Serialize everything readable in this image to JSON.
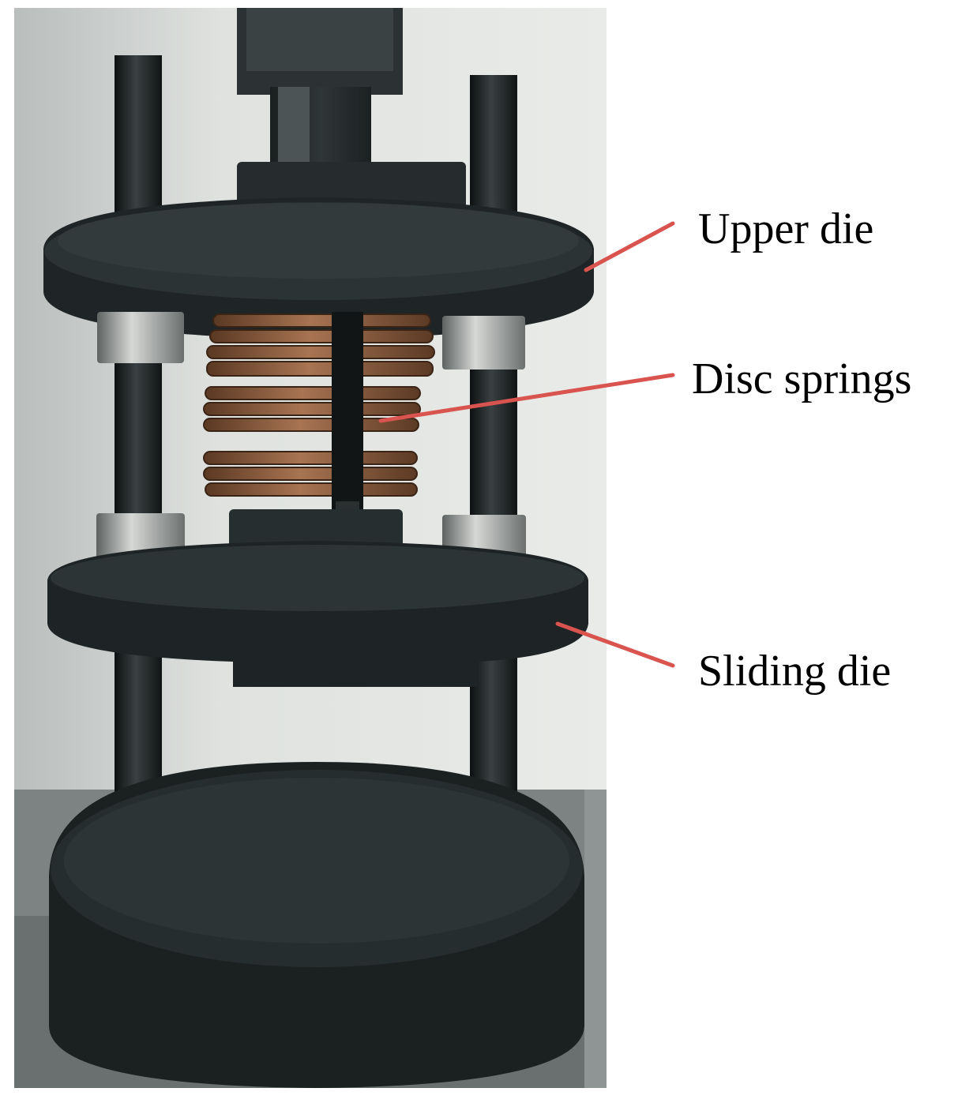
{
  "labels": {
    "upper_die": "Upper die",
    "disc_springs": "Disc springs",
    "sliding_die": "Sliding die"
  },
  "colors": {
    "leader_line": "#d9534f",
    "background_wall": "#e4e6e3",
    "steel": "#24292a",
    "spring": "#8a5a3a"
  }
}
